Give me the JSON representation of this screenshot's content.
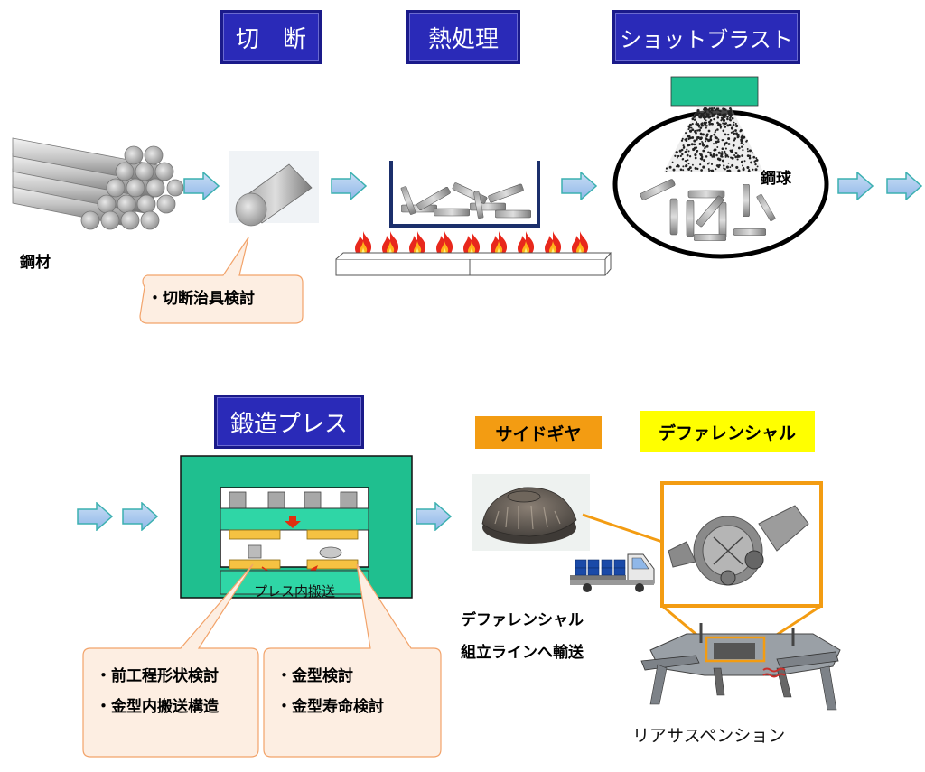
{
  "steps": {
    "cut": "切　断",
    "heat": "熱処理",
    "blast": "ショットブラスト",
    "forge": "鍛造プレス"
  },
  "labels": {
    "steel_material": "鋼材",
    "steel_ball": "鋼球",
    "press_transfer": "プレス内搬送",
    "transport_line1": "デファレンシャル",
    "transport_line2": "組立ラインへ輸送",
    "rear_suspension": "リアサスペンション"
  },
  "tags": {
    "side_gear": "サイドギヤ",
    "differential": "デファレンシャル"
  },
  "notes": {
    "cut_jig": "・切断治具検討",
    "forge_left": [
      "・前工程形状検討",
      "・金型内搬送構造"
    ],
    "forge_right": [
      "・金型検討",
      "・金型寿命検討"
    ]
  },
  "colors": {
    "title_bg": "#2a2ab8",
    "arrow": "#9ec7ef",
    "press_green": "#1fbf8f",
    "note_bg": "#fdeee2",
    "note_border": "#f2a36a",
    "side_gear_tag": "#f39c12",
    "differential_tag": "#ffff00",
    "callout_line": "#f39c12"
  },
  "icons": [
    "flow-arrow-icon",
    "fire-icon",
    "truck-icon",
    "press-down-arrow-icon"
  ]
}
